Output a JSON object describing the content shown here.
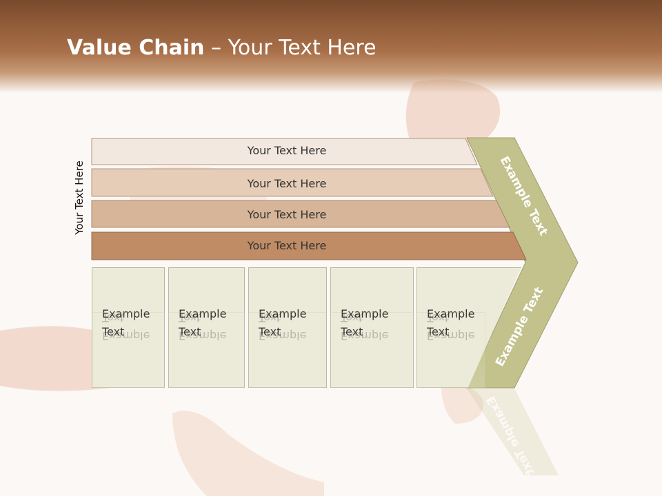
{
  "title": {
    "bold": "Value Chain",
    "rest": " – Your Text Here"
  },
  "side_label": "Your Text Here",
  "bands": [
    {
      "label": "Your Text Here",
      "color": "#f2e8df"
    },
    {
      "label": "Your Text Here",
      "color": "#e6cdb8"
    },
    {
      "label": "Your Text Here",
      "color": "#d6b598"
    },
    {
      "label": "Your Text Here",
      "color": "#bf8c66"
    }
  ],
  "boxes": [
    {
      "line1": "Example",
      "line2": "Text"
    },
    {
      "line1": "Example",
      "line2": "Text"
    },
    {
      "line1": "Example",
      "line2": "Text"
    },
    {
      "line1": "Example",
      "line2": "Text"
    },
    {
      "line1": "Example",
      "line2": "Text"
    }
  ],
  "chevron": {
    "top_label": "Example Text",
    "bottom_label": "Example Text",
    "color": "#c3c28d"
  }
}
